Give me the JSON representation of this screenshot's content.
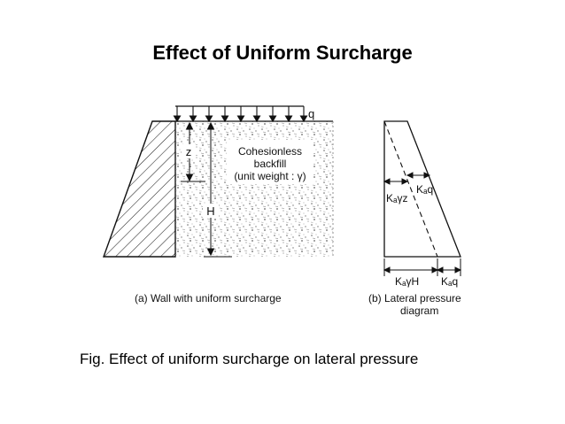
{
  "title": "Effect of Uniform Surcharge",
  "caption": "Fig. Effect of uniform surcharge on lateral pressure",
  "panel_a": {
    "label_q": "q",
    "label_z": "z",
    "label_H": "H",
    "backfill_line1": "Cohesionless",
    "backfill_line2": "backfill",
    "backfill_line3": "(unit weight : γ)",
    "caption": "(a) Wall with uniform surcharge"
  },
  "panel_b": {
    "label_kaq_top": "Kₐq",
    "label_kagz": "Kₐγz",
    "label_kagh": "KₐγH",
    "label_kaq_bottom": "Kₐq",
    "caption_line1": "(b) Lateral pressure",
    "caption_line2": "diagram"
  }
}
